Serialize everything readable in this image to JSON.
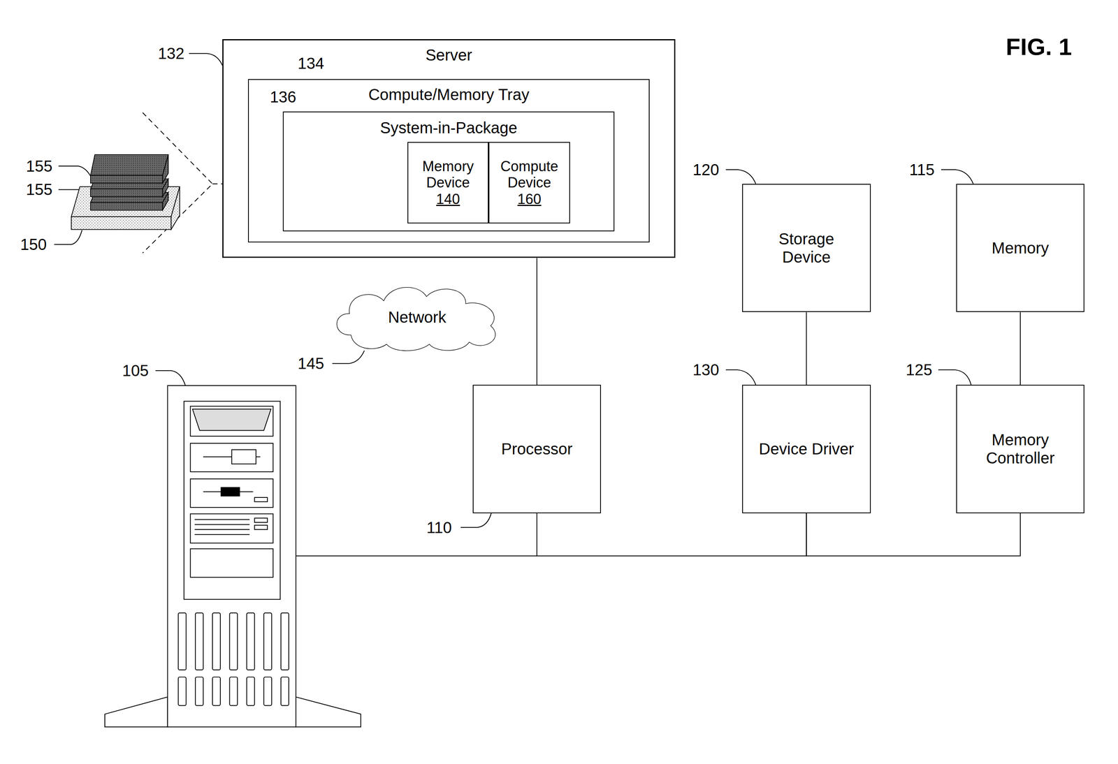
{
  "diagram": {
    "nodes": [
      {
        "text": [
          "Server"
        ]
      },
      {
        "text": [
          "Compute/Memory Tray"
        ],
        "in": 0
      },
      {
        "text": [
          "System-in-Package"
        ],
        "in": 1
      },
      {
        "text": [
          "Memory Device",
          "140"
        ],
        "in": 2
      },
      {
        "text": [
          "Compute Device",
          "160"
        ],
        "in": 2
      },
      {
        "text": [
          "Storage Device"
        ]
      },
      {
        "text": [
          "Memory"
        ]
      },
      {
        "text": [
          "Network"
        ]
      },
      {
        "text": [
          "Processor"
        ]
      },
      {
        "text": [
          "Device Driver"
        ]
      },
      {
        "text": [
          "Memory Controller"
        ]
      }
    ],
    "edges": [
      {
        "from": 0,
        "to": 8,
        "arrow": "none"
      },
      {
        "from": 5,
        "to": 9,
        "arrow": "none"
      },
      {
        "from": 6,
        "to": 10,
        "arrow": "none"
      },
      {
        "from": 8,
        "to": 9,
        "arrow": "none"
      },
      {
        "from": 9,
        "to": 10,
        "arrow": "none"
      }
    ],
    "labels": [
      "FIG. 1",
      "132",
      "134",
      "136",
      "155",
      "155",
      "150",
      "120",
      "115",
      "145",
      "130",
      "125",
      "105",
      "110"
    ]
  }
}
